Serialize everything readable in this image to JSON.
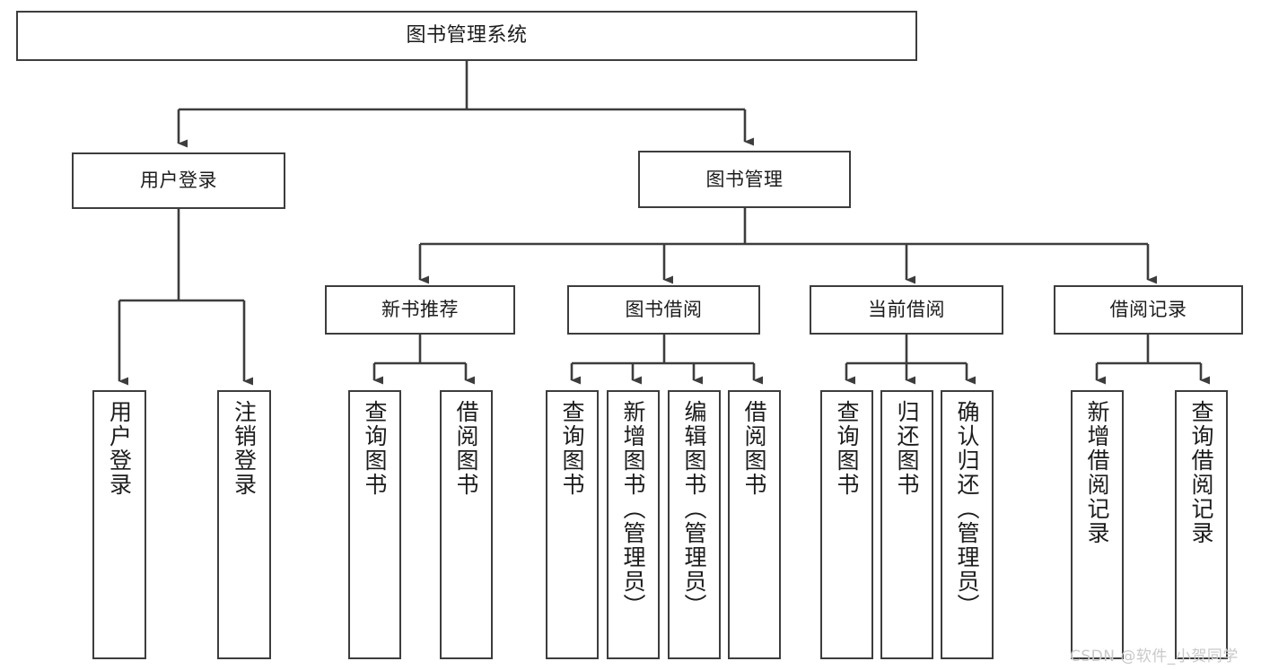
{
  "diagram": {
    "title": "图书管理系统",
    "type": "function-structure-tree",
    "root": {
      "id": "root",
      "label": "图书管理系统"
    },
    "level2": [
      {
        "id": "user-login",
        "label": "用户登录"
      },
      {
        "id": "book-manage",
        "label": "图书管理"
      }
    ],
    "level3": [
      {
        "id": "new-book-recommend",
        "label": "新书推荐",
        "parent": "book-manage"
      },
      {
        "id": "book-borrow",
        "label": "图书借阅",
        "parent": "book-manage"
      },
      {
        "id": "current-borrow",
        "label": "当前借阅",
        "parent": "book-manage"
      },
      {
        "id": "borrow-record",
        "label": "借阅记录",
        "parent": "book-manage"
      }
    ],
    "leaves": [
      {
        "id": "leaf-user-login",
        "label": "用户登录",
        "parent": "user-login"
      },
      {
        "id": "leaf-logout-login",
        "label": "注销登录",
        "parent": "user-login"
      },
      {
        "id": "leaf-query-book-1",
        "label": "查询图书",
        "parent": "new-book-recommend"
      },
      {
        "id": "leaf-borrow-book-1",
        "label": "借阅图书",
        "parent": "new-book-recommend"
      },
      {
        "id": "leaf-query-book-2",
        "label": "查询图书",
        "parent": "book-borrow"
      },
      {
        "id": "leaf-add-book",
        "label": "新增图书（管理员）",
        "parent": "book-borrow"
      },
      {
        "id": "leaf-edit-book",
        "label": "编辑图书（管理员）",
        "parent": "book-borrow"
      },
      {
        "id": "leaf-borrow-book-2",
        "label": "借阅图书",
        "parent": "book-borrow"
      },
      {
        "id": "leaf-query-book-3",
        "label": "查询图书",
        "parent": "current-borrow"
      },
      {
        "id": "leaf-return-book",
        "label": "归还图书",
        "parent": "current-borrow"
      },
      {
        "id": "leaf-confirm-return",
        "label": "确认归还（管理员）",
        "parent": "current-borrow"
      },
      {
        "id": "leaf-add-record",
        "label": "新增借阅记录",
        "parent": "borrow-record"
      },
      {
        "id": "leaf-query-record",
        "label": "查询借阅记录",
        "parent": "borrow-record"
      }
    ],
    "colors": {
      "box_border": "#3d3d3d",
      "box_fill": "#ffffff",
      "connector": "#3d3d3d",
      "text": "#1c1c1c",
      "watermark": "#c9c9c9"
    }
  },
  "watermark": {
    "text": "CSDN @软件_小贺同学"
  }
}
